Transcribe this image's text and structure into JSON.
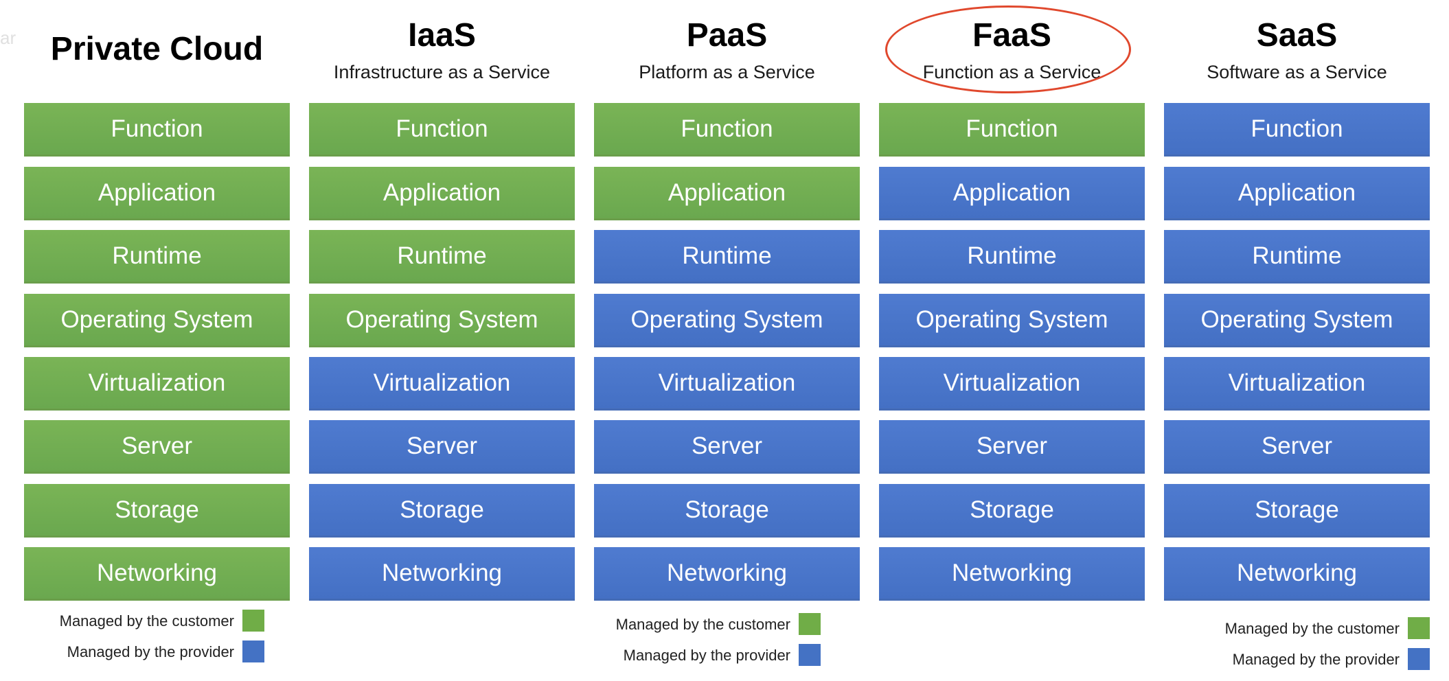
{
  "faint_text": "ar",
  "columns": [
    {
      "title": "Private Cloud",
      "subtitle": "",
      "layers": [
        {
          "label": "Function",
          "managed": "customer"
        },
        {
          "label": "Application",
          "managed": "customer"
        },
        {
          "label": "Runtime",
          "managed": "customer"
        },
        {
          "label": "Operating System",
          "managed": "customer"
        },
        {
          "label": "Virtualization",
          "managed": "customer"
        },
        {
          "label": "Server",
          "managed": "customer"
        },
        {
          "label": "Storage",
          "managed": "customer"
        },
        {
          "label": "Networking",
          "managed": "customer"
        }
      ]
    },
    {
      "title": "IaaS",
      "subtitle": "Infrastructure as a Service",
      "layers": [
        {
          "label": "Function",
          "managed": "customer"
        },
        {
          "label": "Application",
          "managed": "customer"
        },
        {
          "label": "Runtime",
          "managed": "customer"
        },
        {
          "label": "Operating System",
          "managed": "customer"
        },
        {
          "label": "Virtualization",
          "managed": "provider"
        },
        {
          "label": "Server",
          "managed": "provider"
        },
        {
          "label": "Storage",
          "managed": "provider"
        },
        {
          "label": "Networking",
          "managed": "provider"
        }
      ]
    },
    {
      "title": "PaaS",
      "subtitle": "Platform as a Service",
      "layers": [
        {
          "label": "Function",
          "managed": "customer"
        },
        {
          "label": "Application",
          "managed": "customer"
        },
        {
          "label": "Runtime",
          "managed": "provider"
        },
        {
          "label": "Operating System",
          "managed": "provider"
        },
        {
          "label": "Virtualization",
          "managed": "provider"
        },
        {
          "label": "Server",
          "managed": "provider"
        },
        {
          "label": "Storage",
          "managed": "provider"
        },
        {
          "label": "Networking",
          "managed": "provider"
        }
      ]
    },
    {
      "title": "FaaS",
      "subtitle": "Function as a Service",
      "highlighted": true,
      "layers": [
        {
          "label": "Function",
          "managed": "customer"
        },
        {
          "label": "Application",
          "managed": "provider"
        },
        {
          "label": "Runtime",
          "managed": "provider"
        },
        {
          "label": "Operating System",
          "managed": "provider"
        },
        {
          "label": "Virtualization",
          "managed": "provider"
        },
        {
          "label": "Server",
          "managed": "provider"
        },
        {
          "label": "Storage",
          "managed": "provider"
        },
        {
          "label": "Networking",
          "managed": "provider"
        }
      ]
    },
    {
      "title": "SaaS",
      "subtitle": "Software as a Service",
      "layers": [
        {
          "label": "Function",
          "managed": "provider"
        },
        {
          "label": "Application",
          "managed": "provider"
        },
        {
          "label": "Runtime",
          "managed": "provider"
        },
        {
          "label": "Operating System",
          "managed": "provider"
        },
        {
          "label": "Virtualization",
          "managed": "provider"
        },
        {
          "label": "Server",
          "managed": "provider"
        },
        {
          "label": "Storage",
          "managed": "provider"
        },
        {
          "label": "Networking",
          "managed": "provider"
        }
      ]
    }
  ],
  "legend": {
    "customer_label": "Managed by the customer",
    "provider_label": "Managed by the provider"
  },
  "colors": {
    "customer": "#70ad47",
    "provider": "#4472c4",
    "highlight": "#e0482d"
  }
}
